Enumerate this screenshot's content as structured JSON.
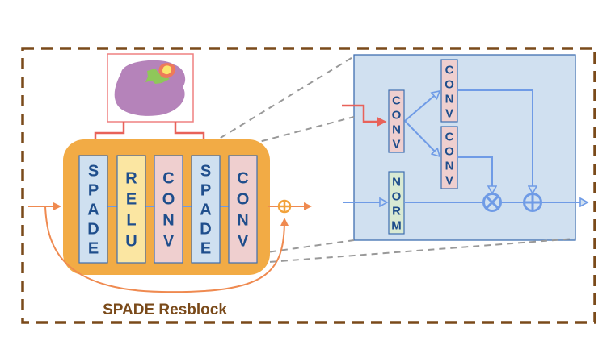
{
  "diagram": {
    "title": "SPADE Resblock",
    "resblock_layers": [
      {
        "label": "SPADE",
        "type": "spade"
      },
      {
        "label": "RELU",
        "type": "relu"
      },
      {
        "label": "CONV",
        "type": "conv"
      },
      {
        "label": "SPADE",
        "type": "spade"
      },
      {
        "label": "CONV",
        "type": "conv"
      }
    ],
    "inset": {
      "input_conv": "CONV",
      "gamma_conv": "CONV",
      "beta_conv": "CONV",
      "norm": "NORM",
      "multiply_symbol": "⊗",
      "add_symbol": "⊕"
    },
    "colors": {
      "outer_border": "#7a4a1a",
      "resblock_bg": "#f2ab45",
      "spade": "#cfe0f0",
      "relu": "#fbe6a2",
      "conv": "#efcfcf",
      "norm": "#d9ead3",
      "inset_bg": "#d0e0f0",
      "seg_arrow": "#e8625a",
      "skip_arrow": "#ef8a50",
      "blue_arrow": "#6f9be6",
      "zoom_dash": "#999999"
    }
  }
}
